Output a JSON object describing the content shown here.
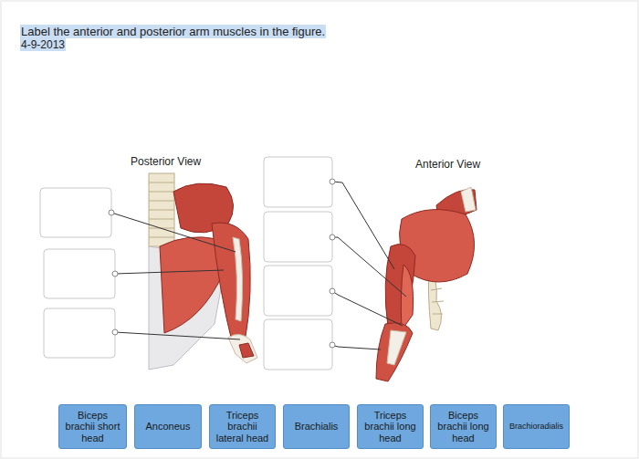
{
  "diagram": {
    "title": "Label the anterior and posterior arm muscles in the figure.",
    "nodes": [
      {
        "text": [
          "Biceps brachii short head"
        ]
      },
      {
        "text": [
          "Anconeus"
        ]
      },
      {
        "text": [
          "Triceps brachii lateral head"
        ]
      },
      {
        "text": [
          "Brachialis"
        ]
      },
      {
        "text": [
          "Triceps brachii long head"
        ]
      },
      {
        "text": [
          "Biceps brachii long head"
        ]
      },
      {
        "text": [
          "Brachioradialis"
        ]
      }
    ],
    "labels": [
      "4-9-2013",
      "Posterior View",
      "Anterior View"
    ]
  }
}
